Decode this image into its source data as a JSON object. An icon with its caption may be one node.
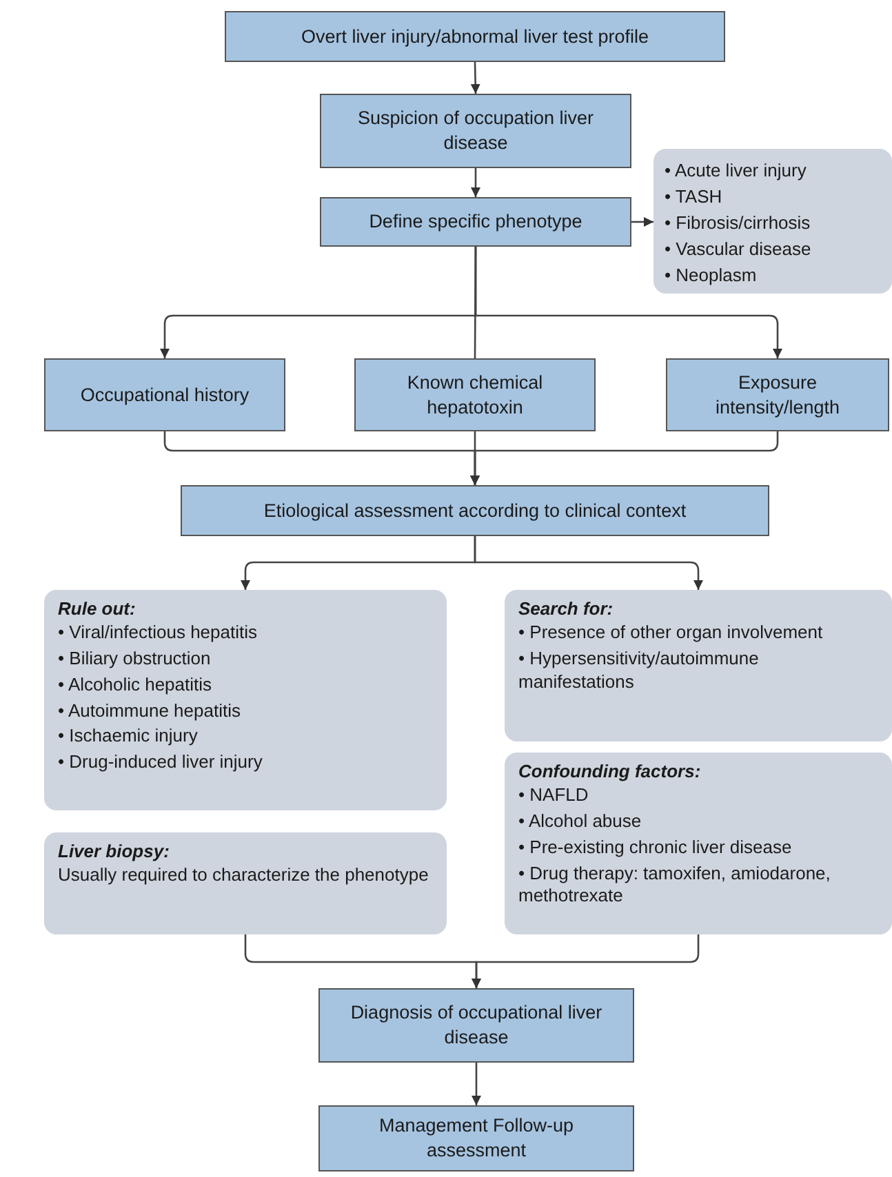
{
  "diagram": {
    "nodes": [
      {
        "text": [
          "Overt liver injury/abnormal liver test profile"
        ]
      },
      {
        "text": [
          "Suspicion of occupation liver disease"
        ]
      },
      {
        "text": [
          "Define specific phenotype"
        ]
      },
      {
        "text": [
          "• Acute liver injury",
          "• TASH",
          "• Fibrosis/cirrhosis",
          "• Vascular disease",
          "• Neoplasm"
        ]
      },
      {
        "text": [
          "Occupational history"
        ]
      },
      {
        "text": [
          "Known chemical hepatotoxin"
        ]
      },
      {
        "text": [
          "Exposure intensity/length"
        ]
      },
      {
        "text": [
          "Etiological assessment according to clinical context"
        ]
      },
      {
        "text": [
          "Rule out:",
          "• Viral/infectious hepatitis",
          "• Biliary obstruction",
          "• Alcoholic hepatitis",
          "• Autoimmune hepatitis",
          "• Ischaemic injury",
          "• Drug-induced liver injury"
        ]
      },
      {
        "text": [
          "Search for:",
          "• Presence of other organ involvement",
          "• Hypersensitivity/autoimmune manifestations"
        ]
      },
      {
        "text": [
          "Confounding factors:",
          "• NAFLD",
          "• Alcohol abuse",
          "• Pre-existing chronic liver disease",
          "• Drug therapy: tamoxifen, amiodarone, methotrexate"
        ]
      },
      {
        "text": [
          "Liver biopsy:",
          "Usually required to characterize the phenotype"
        ]
      },
      {
        "text": [
          "Diagnosis of occupational liver disease"
        ]
      },
      {
        "text": [
          "Management Follow-up assessment"
        ]
      }
    ],
    "edges": [
      {
        "from": 0,
        "to": 1,
        "arrow": "to"
      },
      {
        "from": 1,
        "to": 2,
        "arrow": "to"
      },
      {
        "from": 2,
        "to": 3,
        "arrow": "to"
      },
      {
        "from": 2,
        "to": 4,
        "arrow": "to"
      },
      {
        "from": 2,
        "to": 5,
        "arrow": "none"
      },
      {
        "from": 2,
        "to": 6,
        "arrow": "to"
      },
      {
        "from": 4,
        "to": 7,
        "arrow": "to"
      },
      {
        "from": 5,
        "to": 7,
        "arrow": "to"
      },
      {
        "from": 6,
        "to": 7,
        "arrow": "to"
      },
      {
        "from": 7,
        "to": 8,
        "arrow": "to"
      },
      {
        "from": 7,
        "to": 9,
        "arrow": "to"
      },
      {
        "from": 11,
        "to": 12,
        "arrow": "to"
      },
      {
        "from": 10,
        "to": 12,
        "arrow": "to"
      },
      {
        "from": 12,
        "to": 13,
        "arrow": "to"
      }
    ]
  }
}
